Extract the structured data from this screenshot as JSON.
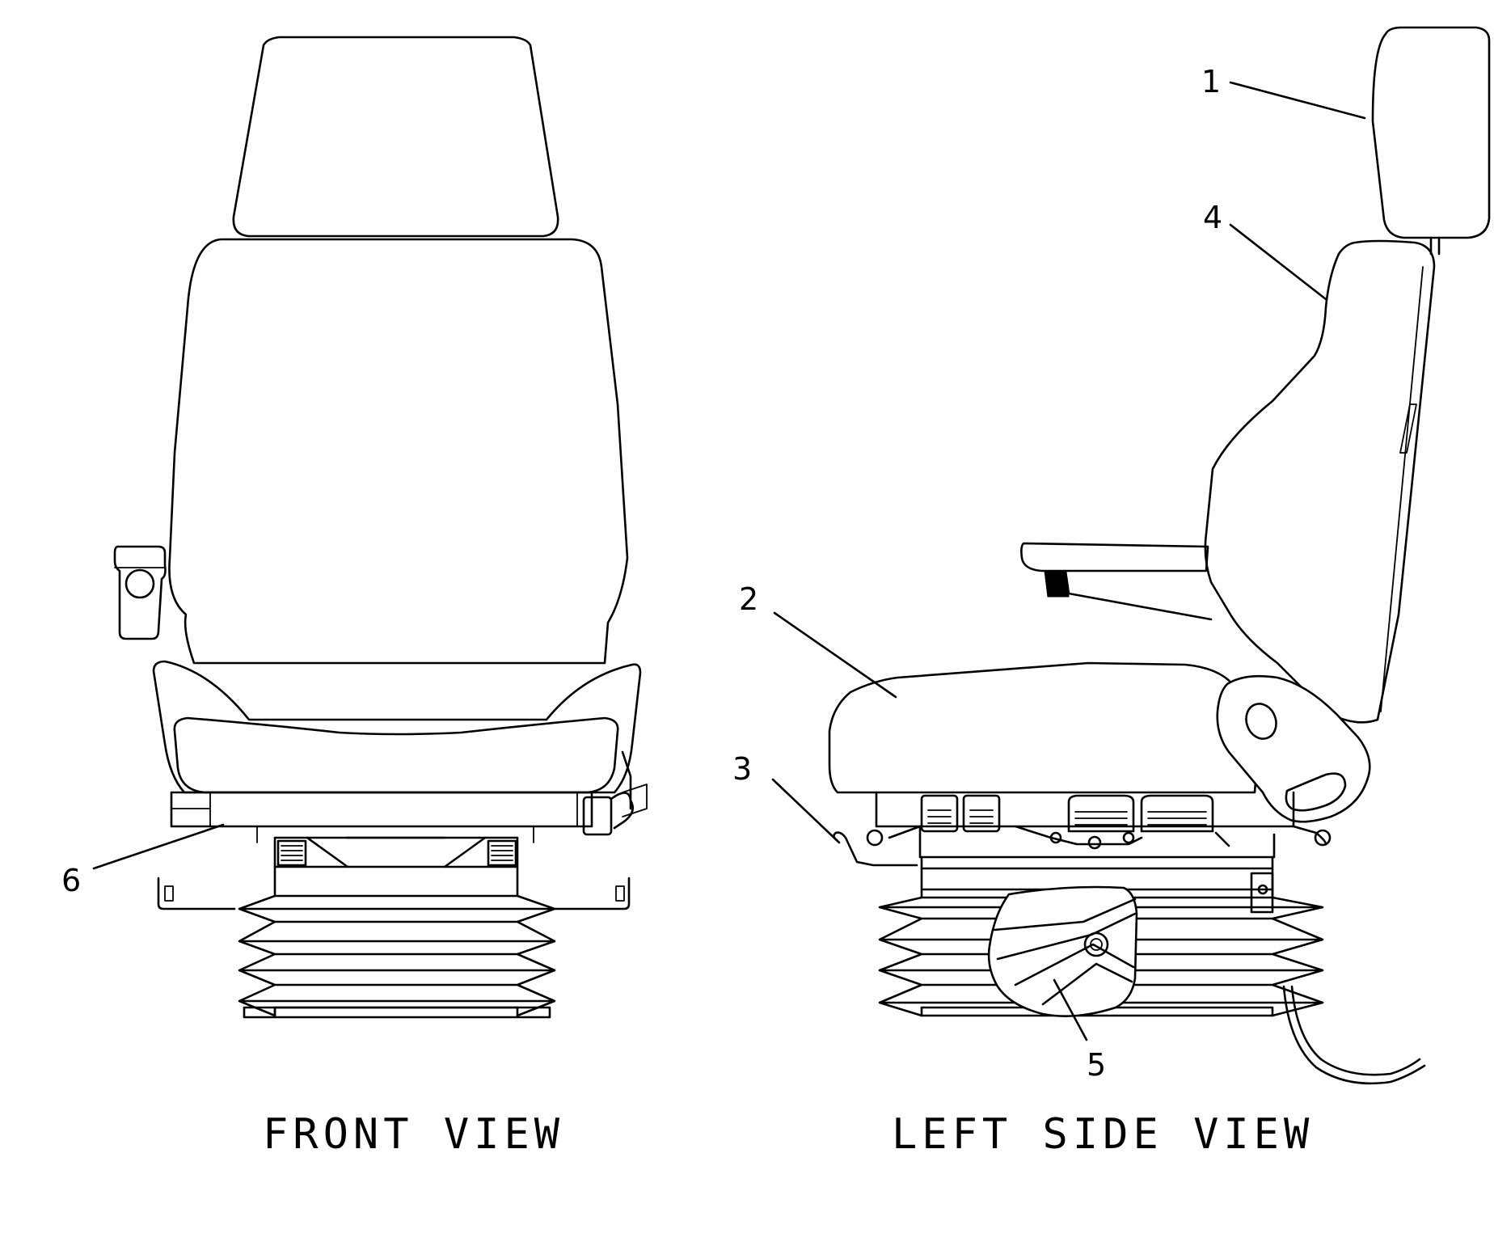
{
  "views": {
    "front": {
      "caption": "FRONT VIEW"
    },
    "side": {
      "caption": "LEFT SIDE VIEW"
    }
  },
  "callouts": [
    {
      "number": "1",
      "part": "headrest"
    },
    {
      "number": "2",
      "part": "seat-cushion"
    },
    {
      "number": "3",
      "part": "fore-aft-adjust-lever"
    },
    {
      "number": "4",
      "part": "backrest"
    },
    {
      "number": "5",
      "part": "suspension-bellows"
    },
    {
      "number": "6",
      "part": "seat-frame"
    }
  ],
  "colors": {
    "line": "#000000",
    "background": "#ffffff"
  }
}
